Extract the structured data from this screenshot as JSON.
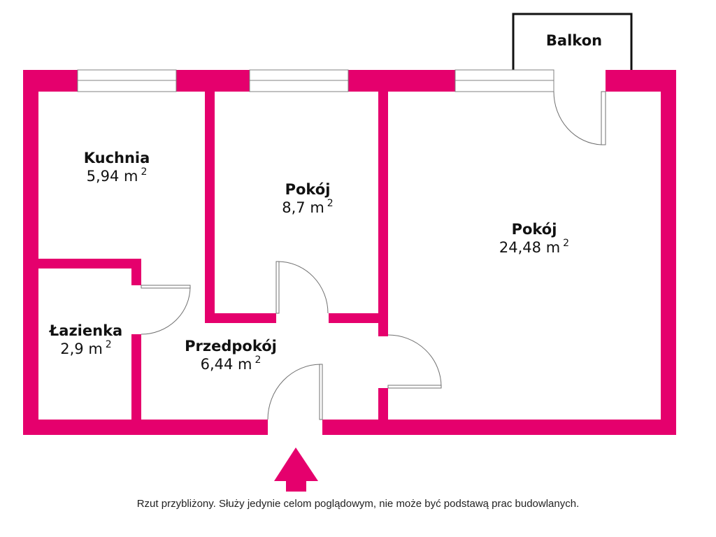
{
  "plan": {
    "wall_color": "#e5006d",
    "entrance_arrow_color": "#e5006d",
    "balcony": {
      "label": "Balkon"
    },
    "rooms": [
      {
        "name": "Kuchnia",
        "area": "5,94 m",
        "unit_sup": "2"
      },
      {
        "name": "Pokój",
        "area": "8,7 m",
        "unit_sup": "2"
      },
      {
        "name": "Pokój",
        "area": "24,48 m",
        "unit_sup": "2"
      },
      {
        "name": "Łazienka",
        "area": "2,9 m",
        "unit_sup": "2"
      },
      {
        "name": "Przedpokój",
        "area": "6,44 m",
        "unit_sup": "2"
      }
    ]
  },
  "footer": {
    "disclaimer": "Rzut przybliżony. Służy jedynie celom poglądowym, nie może być podstawą prac budowlanych."
  }
}
